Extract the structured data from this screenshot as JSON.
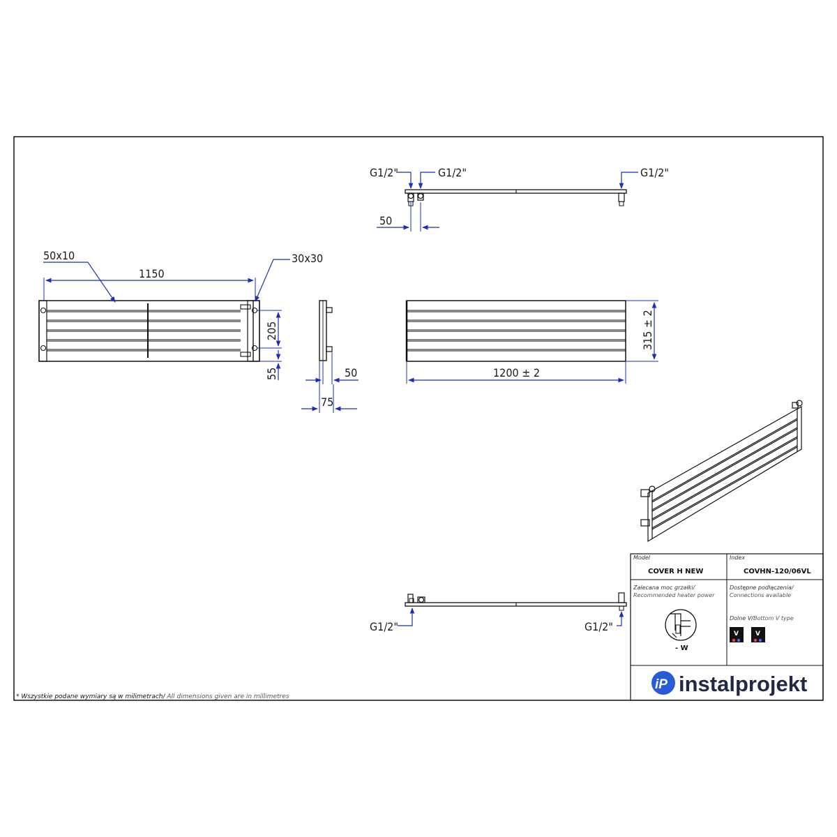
{
  "note": {
    "polish": "* Wszystkie podane wymiary są w milimetrach/",
    "english": " All dimensions given are in millimetres"
  },
  "top_view": {
    "conn_left_1": "G1/2\"",
    "conn_left_2": "G1/2\"",
    "conn_right": "G1/2\"",
    "spacing": "50"
  },
  "bottom_view": {
    "conn_left": "G1/2\"",
    "conn_right": "G1/2\""
  },
  "back_view": {
    "bracket_left": "50x10",
    "bracket_right": "30x30",
    "width_between": "1150",
    "vertical_spacing": "205",
    "bottom_offset": "55"
  },
  "side_view": {
    "depth_50": "50",
    "depth_75": "75"
  },
  "front_view": {
    "width": "1200  ± 2",
    "height": "315  ± 2"
  },
  "title_block": {
    "model_label": "Model",
    "model_value": "COVER H NEW",
    "index_label": "Index",
    "index_value": "COVHN-120/06VL",
    "heater_label_pl": "Zalecana moc grzałki/",
    "heater_label_en": "Recommended heater power",
    "heater_value": "- W",
    "connections_label_pl": "Dostępne podłączenia/",
    "connections_label_en": "Connections available",
    "connection_type_pl": "Dolne V/",
    "connection_type_en": "Bottom V type",
    "badge_1": "V",
    "badge_2": "V"
  },
  "brand": {
    "mark": "iP",
    "name": "instalprojekt"
  },
  "colors": {
    "dimension_blue": "#1b2fb5",
    "brand_blue": "#2a5bd7",
    "brand_text": "#1f2a44"
  }
}
